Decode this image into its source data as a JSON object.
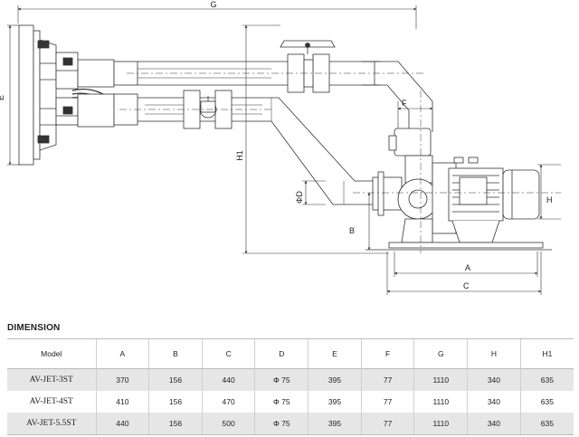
{
  "drawing": {
    "labels": {
      "g": "G",
      "e": "E",
      "f": "F",
      "h1": "H1",
      "phi_d": "ΦD",
      "b": "B",
      "h": "H",
      "a": "A",
      "c": "C"
    }
  },
  "dimension": {
    "title": "DIMENSION",
    "headers": [
      "Model",
      "A",
      "B",
      "C",
      "D",
      "E",
      "F",
      "G",
      "H",
      "H1"
    ],
    "rows": [
      [
        "AV-JET-3ST",
        "370",
        "156",
        "440",
        "Φ 75",
        "395",
        "77",
        "1110",
        "340",
        "635"
      ],
      [
        "AV-JET-4ST",
        "410",
        "156",
        "470",
        "Φ 75",
        "395",
        "77",
        "1110",
        "340",
        "635"
      ],
      [
        "AV-JET-5.5ST",
        "440",
        "156",
        "500",
        "Φ 75",
        "395",
        "77",
        "1110",
        "340",
        "635"
      ]
    ]
  }
}
